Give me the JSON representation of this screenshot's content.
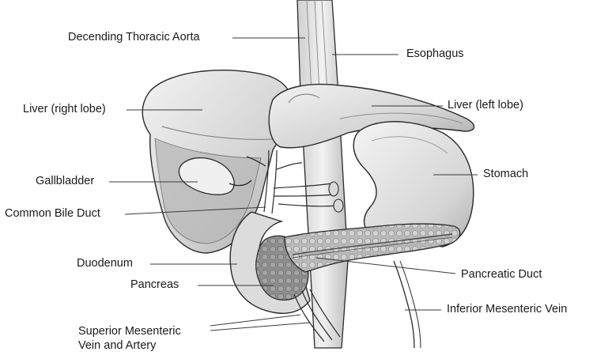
{
  "labels": {
    "aorta": "Decending Thoracic Aorta",
    "esophagus": "Esophagus",
    "liver_right": "Liver (right lobe)",
    "liver_left": "Liver (left lobe)",
    "gallbladder": "Gallbladder",
    "stomach": "Stomach",
    "common_bile_duct": "Common Bile Duct",
    "duodenum": "Duodenum",
    "pancreatic_duct": "Pancreatic Duct",
    "pancreas": "Pancreas",
    "inferior_mesenteric_vein": "Inferior Mesenteric Vein",
    "superior_mesenteric_line1": "Superior Mesenteric",
    "superior_mesenteric_line2": "Vein and Artery"
  },
  "colors": {
    "outline": "#2a2a2a",
    "organ_light": "#e6e6e6",
    "organ_mid": "#c8c8c8",
    "organ_dark": "#9a9a9a",
    "leader": "#3a3a3a"
  }
}
